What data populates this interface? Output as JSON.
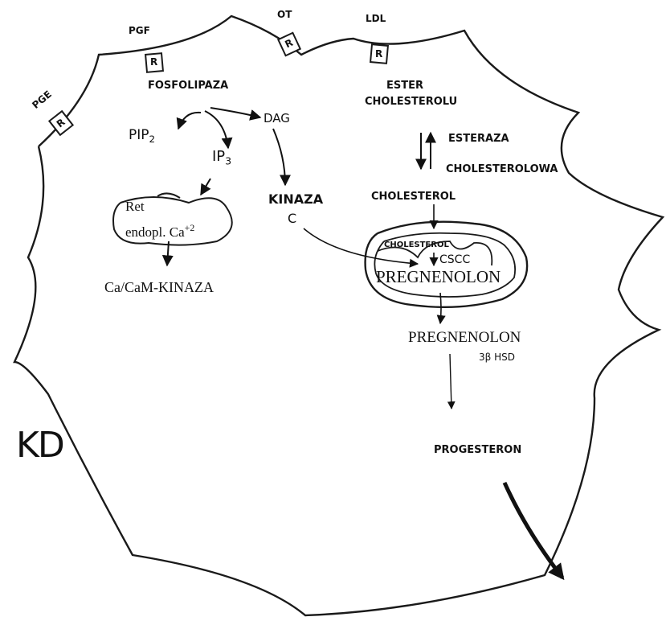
{
  "receptors": {
    "pge": {
      "label": "PGE",
      "symbol": "R"
    },
    "pgf": {
      "label": "PGF",
      "symbol": "R"
    },
    "ot": {
      "label": "OT",
      "symbol": "R"
    },
    "ldl": {
      "label": "LDL",
      "symbol": "R"
    }
  },
  "left_pathway": {
    "enzyme": "FOSFOLIPAZA",
    "pip2": {
      "main": "PIP",
      "sub": "2"
    },
    "ip3": {
      "main": "IP",
      "sub": "3"
    },
    "dag": "DAG",
    "reticulum_line1": "Ret",
    "reticulum_line2": "endopl. Ca",
    "reticulum_charge": "+2",
    "cam_kinase": "Ca/CaM-KINAZA",
    "kinase_c_line1": "KINAZA",
    "kinase_c_line2": "C"
  },
  "right_pathway": {
    "ester_line1": "ESTER",
    "ester_line2": "CHOLESTEROLU",
    "esterase_line1": "ESTERAZA",
    "esterase_line2": "CHOLESTEROLOWA",
    "cholesterol": "CHOLESTEROL",
    "mito_cholesterol": "CHOLESTEROL",
    "cscc": "CSCC",
    "mito_pregnenolone": "PREGNENOLON",
    "pregnenolone": "PREGNENOLON",
    "hsd": "3β HSD",
    "progesterone": "PROGESTERON"
  },
  "corner_mark": "KD"
}
